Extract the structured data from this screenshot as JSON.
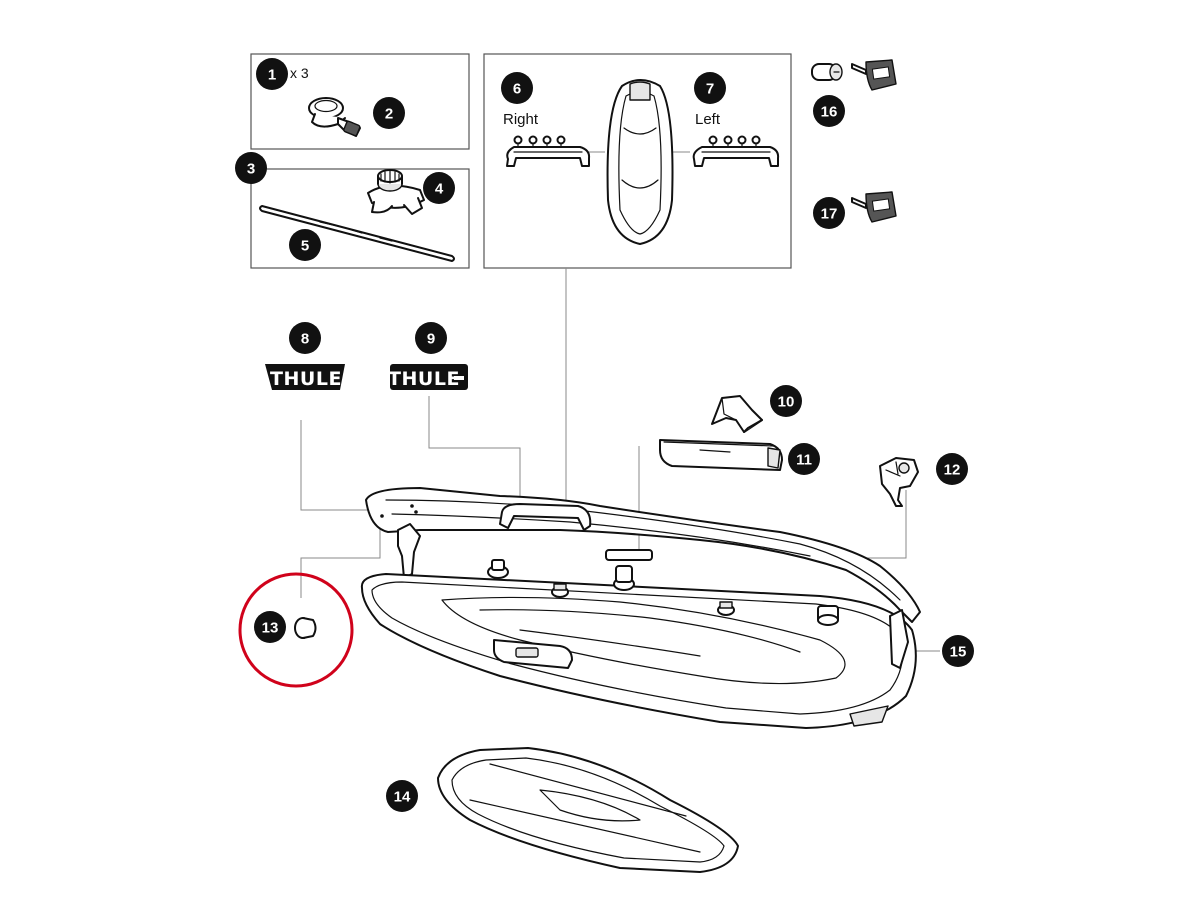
{
  "callouts": [
    {
      "id": "1",
      "label": "1"
    },
    {
      "id": "2",
      "label": "2"
    },
    {
      "id": "3",
      "label": "3"
    },
    {
      "id": "4",
      "label": "4"
    },
    {
      "id": "5",
      "label": "5"
    },
    {
      "id": "6",
      "label": "6"
    },
    {
      "id": "7",
      "label": "7"
    },
    {
      "id": "8",
      "label": "8"
    },
    {
      "id": "9",
      "label": "9"
    },
    {
      "id": "10",
      "label": "10"
    },
    {
      "id": "11",
      "label": "11"
    },
    {
      "id": "12",
      "label": "12"
    },
    {
      "id": "13",
      "label": "13"
    },
    {
      "id": "14",
      "label": "14"
    },
    {
      "id": "15",
      "label": "15"
    },
    {
      "id": "16",
      "label": "16"
    },
    {
      "id": "17",
      "label": "17"
    }
  ],
  "quantity_note": "x 3",
  "side_labels": {
    "right": "Right",
    "left": "Left"
  },
  "logos": {
    "logo_8": "THULE",
    "logo_9": "THULE"
  },
  "highlight": {
    "color": "#d0021b"
  },
  "icons": [
    "strap-icon",
    "crossbar-rail-icon",
    "mounting-knob-icon",
    "handle-icon",
    "key-icon",
    "lock-cylinder-icon",
    "hinge-bracket-icon",
    "bumper-icon",
    "cap-icon",
    "mat-icon"
  ]
}
